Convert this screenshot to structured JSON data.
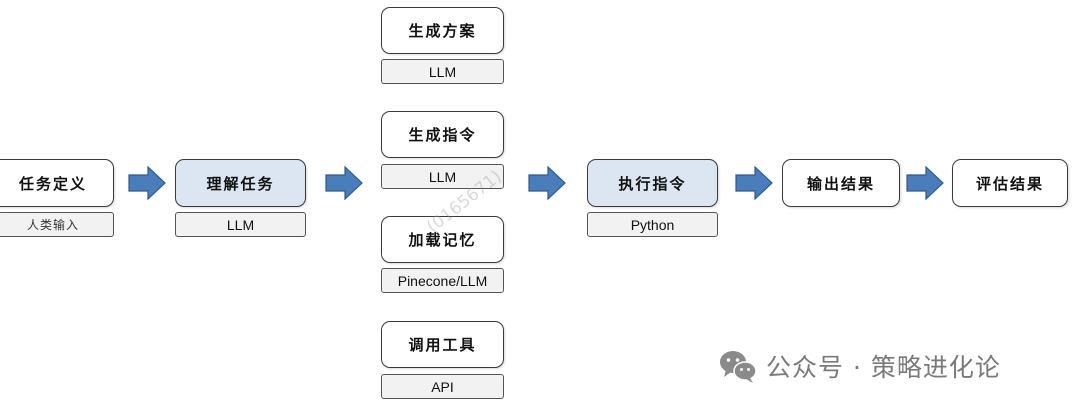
{
  "nodes": {
    "task_define": {
      "label": "任务定义",
      "tag": "人类输入"
    },
    "understand": {
      "label": "理解任务",
      "tag": "LLM"
    },
    "gen_plan": {
      "label": "生成方案",
      "tag": "LLM"
    },
    "gen_instr": {
      "label": "生成指令",
      "tag": "LLM"
    },
    "load_memory": {
      "label": "加载记忆",
      "tag": "Pinecone/LLM"
    },
    "call_tools": {
      "label": "调用工具",
      "tag": "API"
    },
    "execute": {
      "label": "执行指令",
      "tag": "Python"
    },
    "output": {
      "label": "输出结果"
    },
    "evaluate": {
      "label": "评估结果"
    }
  },
  "watermark": "(0165671)",
  "brand": {
    "text": "公众号 · 策略进化论"
  },
  "colors": {
    "arrow_fill": "#4a7ebb",
    "arrow_stroke": "#2f5a8a",
    "shaded_node": "#dce6f2",
    "tag_bg": "#f2f2f2"
  }
}
